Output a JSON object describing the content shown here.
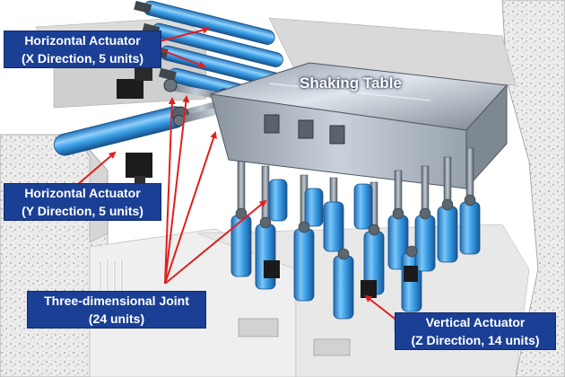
{
  "labels": {
    "shaking_table": "Shaking Table",
    "x_actuator": {
      "line1": "Horizontal Actuator",
      "line2": "(X Direction, 5 units)"
    },
    "y_actuator": {
      "line1": "Horizontal Actuator",
      "line2": "(Y Direction, 5 units)"
    },
    "joint": {
      "line1": "Three-dimensional Joint",
      "line2": "(24 units)"
    },
    "z_actuator": {
      "line1": "Vertical Actuator",
      "line2": "(Z Direction, 14 units)"
    }
  },
  "colors": {
    "label_bg": "#1a3f95",
    "label_text": "#ffffff",
    "arrow": "#e02020",
    "actuator_blue": "#3aa0e8",
    "table_steel": "#b9c3cf",
    "concrete": "#e6e6e6"
  }
}
